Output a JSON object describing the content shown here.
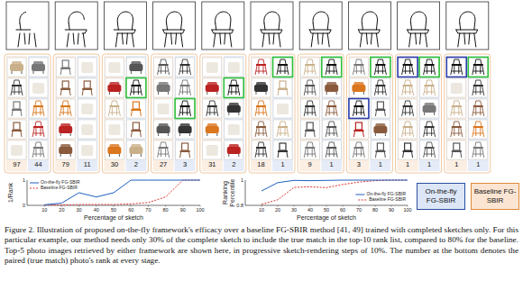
{
  "diagram": {
    "caption": "Figure 2. Illustration of proposed on-the-fly framework's efficacy over a baseline FG-SBIR method [41, 49] trained with completed sketches only. For this particular example, our method needs only 30% of the complete sketch to include the true match in the top-10 rank list, compared to 80% for the baseline. Top-5 photo images retrieved by either framework are shown here, in progressive sketch-rendering steps of 10%. The number at the bottom denotes the paired (true match) photo's rank at every stage.",
    "labels": [
      "97",
      "44",
      "79",
      "11",
      "30",
      "2",
      "27",
      "3",
      "31",
      "2",
      "18",
      "1",
      "9",
      "1",
      "3",
      "1",
      "1",
      "1",
      "1",
      "1",
      "1/Rank",
      "1",
      "0",
      "10",
      "20",
      "30",
      "40",
      "50",
      "60",
      "70",
      "80",
      "90",
      "100",
      "Percentage of sketch",
      "Ranking Percentile",
      "1",
      "0.8",
      "10",
      "20",
      "30",
      "40",
      "50",
      "60",
      "70",
      "80",
      "90",
      "100",
      "Percentage of sketch"
    ],
    "legend": [
      {
        "text": "On-the-fly FG-SBIR"
      },
      {
        "text": "Baseline FG-SBIR"
      },
      {
        "text": "On-the-fly FG-SBIR"
      },
      {
        "text": "Baseline FG-SBIR"
      },
      {
        "text": "On-the-fly FG-SBIR",
        "color": "#dce6f6"
      },
      {
        "text": "Baseline FG-SBIR",
        "color": "#fbe5d2"
      }
    ]
  }
}
